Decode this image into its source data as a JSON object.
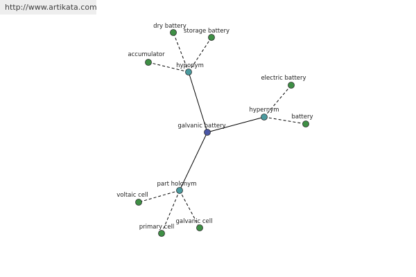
{
  "banner": {
    "url": "http://www.artikata.com"
  },
  "graph": {
    "colors": {
      "center_node": "#4a57a6",
      "relation_node": "#4a9a9e",
      "leaf_node": "#3e8f45",
      "node_stroke": "#2b2b2b",
      "edge": "#000000"
    },
    "center": {
      "id": "galvanic_battery",
      "label": "galvanic battery"
    },
    "relations": [
      {
        "id": "hyponym",
        "label": "hyponym",
        "leaves": [
          {
            "id": "dry_battery",
            "label": "dry battery"
          },
          {
            "id": "storage_battery",
            "label": "storage battery"
          },
          {
            "id": "accumulator",
            "label": "accumulator"
          }
        ]
      },
      {
        "id": "hypernym",
        "label": "hypernym",
        "leaves": [
          {
            "id": "electric_battery",
            "label": "electric battery"
          },
          {
            "id": "battery",
            "label": "battery"
          }
        ]
      },
      {
        "id": "part_holonym",
        "label": "part holonym",
        "leaves": [
          {
            "id": "voltaic_cell",
            "label": "voltaic cell"
          },
          {
            "id": "primary_cell",
            "label": "primary cell"
          },
          {
            "id": "galvanic_cell",
            "label": "galvanic cell"
          }
        ]
      }
    ]
  }
}
